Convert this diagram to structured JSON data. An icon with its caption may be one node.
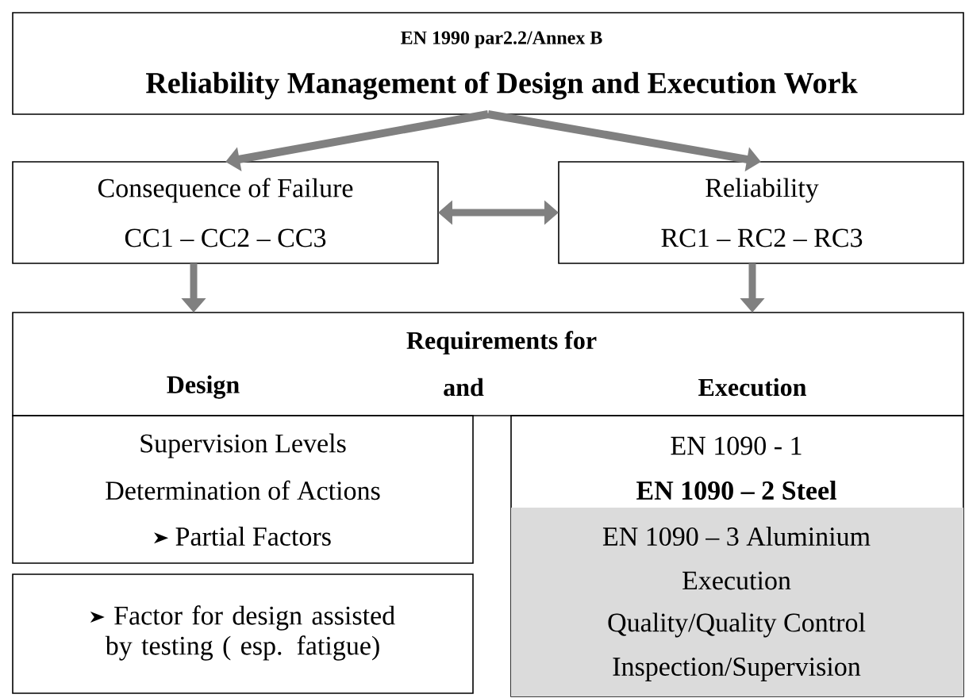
{
  "diagram": {
    "nodes": [
      {
        "text": [
          "EN 1990 par2.2/Annex B",
          "Reliability Management of Design and Execution Work"
        ]
      },
      {
        "text": [
          "Consequence of Failure",
          "CC1 – CC2 – CC3"
        ]
      },
      {
        "text": [
          "Reliability",
          "RC1 – RC2 – RC3"
        ]
      },
      {
        "text": [
          "Requirements for",
          "Design",
          "and",
          "Execution"
        ]
      },
      {
        "text": [
          "Supervision Levels",
          "Determination of Actions",
          "Partial Factors"
        ]
      },
      {
        "text": [
          "Factor for design assisted by testing ( esp. fatigue)"
        ]
      },
      {
        "text": [
          "EN 1090 - 1",
          "EN 1090 – 2 Steel"
        ]
      },
      {
        "text": [
          "EN 1090 – 3 Aluminium",
          "Execution",
          "Quality/Quality Control",
          "Inspection/Supervision"
        ],
        "in": 6
      }
    ],
    "edges": [
      {
        "from": 0,
        "to": 1,
        "arrow": "to"
      },
      {
        "from": 0,
        "to": 2,
        "arrow": "to"
      },
      {
        "from": 1,
        "to": 2,
        "arrow": "both"
      },
      {
        "from": 1,
        "to": 3,
        "arrow": "to"
      },
      {
        "from": 2,
        "to": 3,
        "arrow": "to"
      }
    ]
  }
}
